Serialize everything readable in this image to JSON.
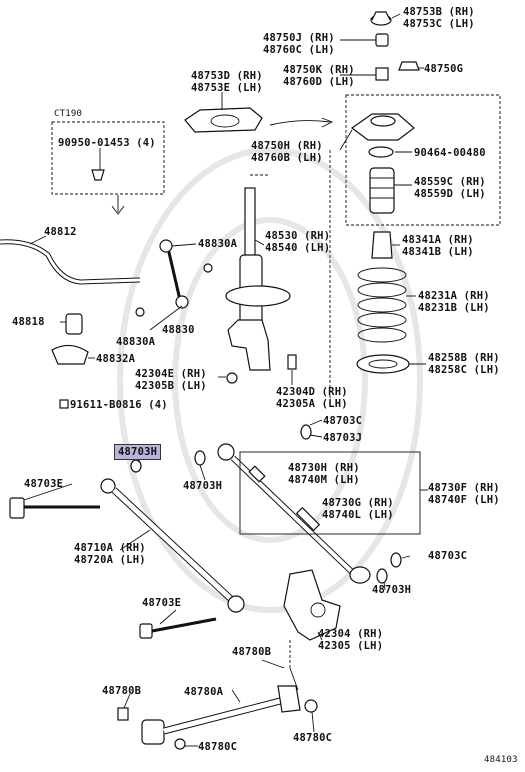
{
  "labels": {
    "l48753B": "48753B (RH)",
    "l48753C": "48753C (LH)",
    "l48750J": "48750J (RH)",
    "l48760C": "48760C (LH)",
    "l48750K": "48750K (RH)",
    "l48760D": "48760D (LH)",
    "l48750G": "48750G",
    "l48753D": "48753D (RH)",
    "l48753E": "48753E (LH)",
    "lCT190": "CT190",
    "l90950": "90950-01453 (4)",
    "l48750H": "48750H (RH)",
    "l48760B": "48760B (LH)",
    "l90464": "90464-00480",
    "l48559C": "48559C (RH)",
    "l48559D": "48559D (LH)",
    "l48812": "48812",
    "l48830A1": "48830A",
    "l48530": "48530 (RH)",
    "l48540": "48540 (LH)",
    "l48341A": "48341A (RH)",
    "l48341B": "48341B (LH)",
    "l48231A": "48231A (RH)",
    "l48231B": "48231B (LH)",
    "l48818": "48818",
    "l48830A2": "48830A",
    "l48830": "48830",
    "l48832A": "48832A",
    "l42304E": "42304E (RH)",
    "l42305B": "42305B (LH)",
    "l48258B": "48258B (RH)",
    "l48258C": "48258C (LH)",
    "l42304D": "42304D (RH)",
    "l42305A": "42305A (LH)",
    "l91611": "91611-B0816 (4)",
    "l48703C1": "48703C",
    "l48703J": "48703J",
    "l48703H_hl": "48703H",
    "l48703H1": "48703H",
    "l48730H": "48730H (RH)",
    "l48740M": "48740M (LH)",
    "l48730F": "48730F (RH)",
    "l48740F": "48740F (LH)",
    "l48703E1": "48703E",
    "l48730G": "48730G (RH)",
    "l48740L": "48740L (LH)",
    "l48710A": "48710A (RH)",
    "l48720A": "48720A (LH)",
    "l48703C2": "48703C",
    "l48703H2": "48703H",
    "l48703E2": "48703E",
    "l42304": "42304 (RH)",
    "l42305": "42305 (LH)",
    "l48780B1": "48780B",
    "l48780B2": "48780B",
    "l48780A": "48780A",
    "l48780C1": "48780C",
    "l48780C2": "48780C",
    "l484103": "484103"
  },
  "colors": {
    "highlight": "#b9b4dd",
    "line": "#111111"
  }
}
